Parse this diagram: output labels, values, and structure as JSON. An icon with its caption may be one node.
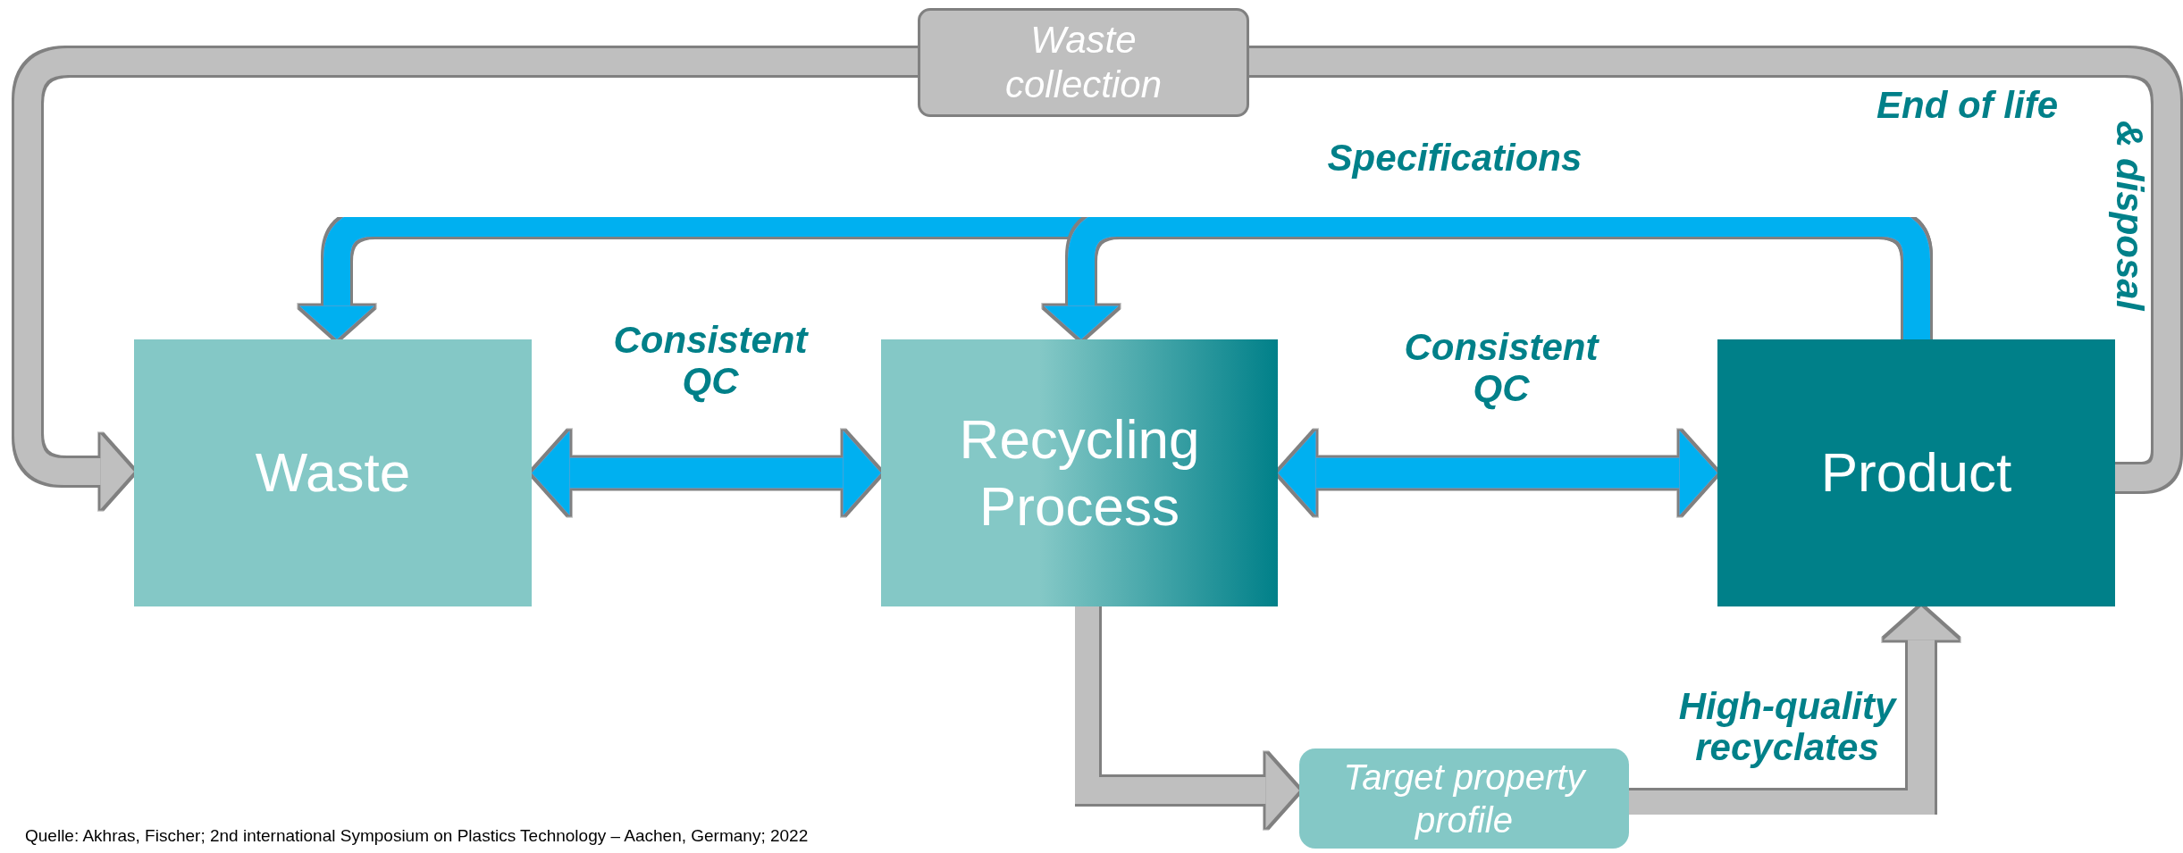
{
  "diagram": {
    "nodes": [
      {
        "text": [
          "Waste collection"
        ]
      },
      {
        "text": [
          "Waste"
        ]
      },
      {
        "text": [
          "Recycling Process"
        ]
      },
      {
        "text": [
          "Product"
        ]
      },
      {
        "text": [
          "Target property profile"
        ]
      }
    ],
    "edges": [
      {
        "from": 3,
        "to": 0,
        "arrow": "none"
      },
      {
        "from": 0,
        "to": 1,
        "arrow": "to"
      },
      {
        "from": 3,
        "to": 1,
        "arrow": "to",
        "color": "#00b0f0",
        "label": "Specifications"
      },
      {
        "from": 3,
        "to": 2,
        "arrow": "to",
        "color": "#00b0f0"
      },
      {
        "from": 1,
        "to": 2,
        "arrow": "both",
        "color": "#00b0f0",
        "label": "Consistent QC"
      },
      {
        "from": 2,
        "to": 3,
        "arrow": "both",
        "color": "#00b0f0",
        "label": "Consistent QC"
      },
      {
        "from": 2,
        "to": 4,
        "arrow": "to"
      },
      {
        "from": 4,
        "to": 3,
        "arrow": "to",
        "label": "High-quality recyclates"
      }
    ],
    "labels": [
      "End of life",
      "& disposal",
      "Quelle: Akhras, Fischer; 2nd international Symposium on Plastics Technology – Aachen, Germany; 2022"
    ]
  }
}
